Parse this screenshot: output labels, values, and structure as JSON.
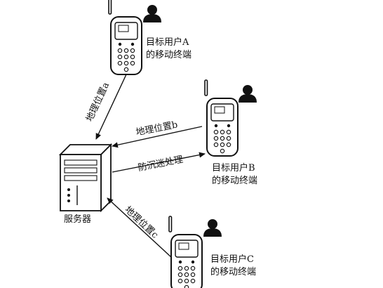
{
  "server": {
    "label": "服务器",
    "icon": "server-icon"
  },
  "users": [
    {
      "id": "a",
      "line1": "目标用户A",
      "line2": "的移动终端",
      "link_label": "地理位置a",
      "phone_icon": "mobile-phone-icon",
      "person_icon": "person-icon"
    },
    {
      "id": "b",
      "line1": "目标用户B",
      "line2": "的移动终端",
      "link_label": "地理位置b",
      "reply_label": "防沉迷处理",
      "phone_icon": "mobile-phone-icon",
      "person_icon": "person-icon"
    },
    {
      "id": "c",
      "line1": "目标用户C",
      "line2": "的移动终端",
      "link_label": "地理位置c",
      "phone_icon": "mobile-phone-icon",
      "person_icon": "person-icon"
    }
  ]
}
